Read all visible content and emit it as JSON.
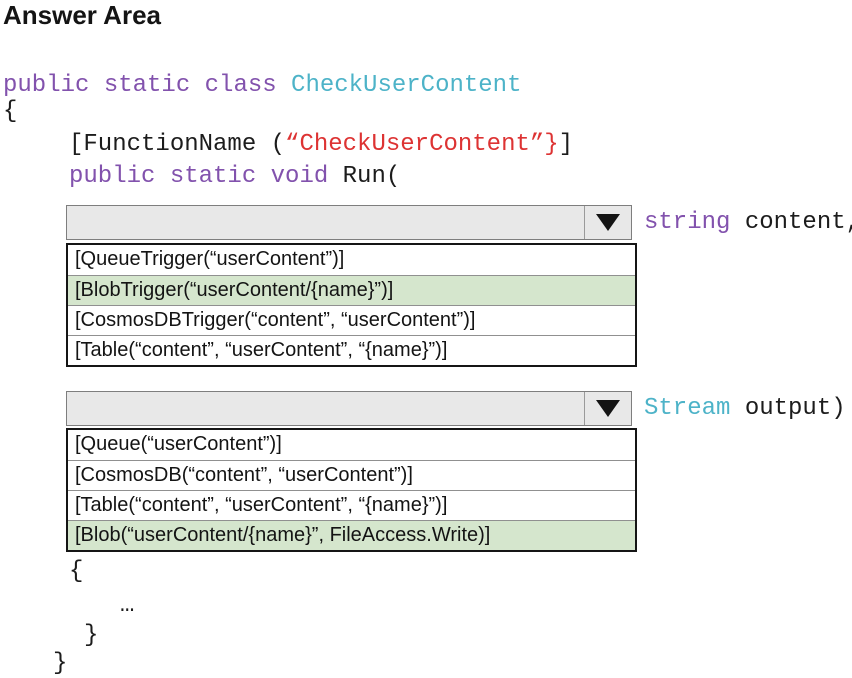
{
  "title": "Answer Area",
  "colors": {
    "keyword": "#8252ad",
    "type_name": "#4db3c8",
    "string_literal": "#dd3333",
    "code_text": "#1c1c1c",
    "selected_highlight": "#d5e6cd",
    "dropdown_fill": "#e8e8e8"
  },
  "code": {
    "class_decl": {
      "keywords": "public static class ",
      "class_name": "CheckUserContent"
    },
    "open_brace": "{",
    "attribute_line": {
      "prefix": "[FunctionName (",
      "string": "“CheckUserContent”",
      "brace": "}",
      "bracket": "]"
    },
    "run_decl": {
      "keywords": "public static void ",
      "method": "Run("
    },
    "body_open_brace": "{",
    "body_ellipsis": "…",
    "body_close_brace": "}",
    "class_close_brace": "}"
  },
  "dropdown1": {
    "param": {
      "type": "string",
      "rest": " content,"
    },
    "selected_index": 1,
    "options": [
      {
        "label": "[QueueTrigger(“userContent”)]",
        "selected": false
      },
      {
        "label": "[BlobTrigger(“userContent/{name}”)]",
        "selected": true
      },
      {
        "label": "[CosmosDBTrigger(“content”, “userContent”)]",
        "selected": false
      },
      {
        "label": "[Table(“content”, “userContent”, “{name}”)]",
        "selected": false
      }
    ]
  },
  "dropdown2": {
    "param": {
      "type": "Stream",
      "rest": " output)"
    },
    "selected_index": 3,
    "options": [
      {
        "label": "[Queue(“userContent”)]",
        "selected": false
      },
      {
        "label": "[CosmosDB(“content”, “userContent”)]",
        "selected": false
      },
      {
        "label": "[Table(“content”, “userContent”, “{name}”)]",
        "selected": false
      },
      {
        "label": "[Blob(“userContent/{name}”, FileAccess.Write)]",
        "selected": true
      }
    ]
  },
  "icons": {
    "dropdown_arrow": "triangle-down-icon"
  }
}
